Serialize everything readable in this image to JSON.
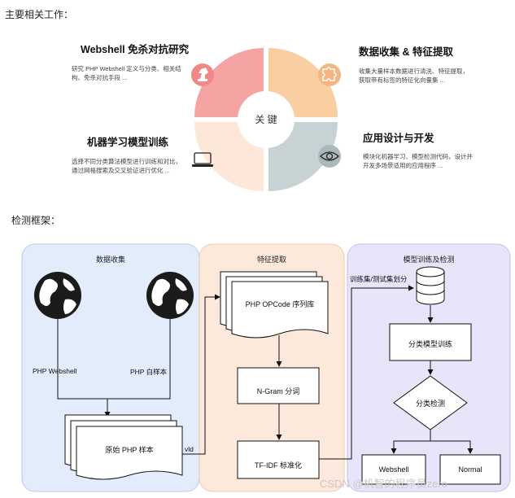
{
  "section1": {
    "title": "主要相关工作："
  },
  "center_label": "关 键",
  "quadrants": [
    {
      "title": "Webshell 免杀对抗研究",
      "desc": "研究 PHP Webshell 定义与分类、相关结构、免杀对抗手段 ...",
      "color": "#f5a3a3",
      "icon": "chess-knight-icon"
    },
    {
      "title": "数据收集 & 特征提取",
      "desc": "收集大量样本数据进行清洗、特征提取，获取带有标签的特征化向量集 ...",
      "color": "#f9ceA0",
      "icon": "puzzle-icon"
    },
    {
      "title": "机器学习模型训练",
      "desc": "选择不同分类算法模型进行训练和对比，通过网格搜索及交叉验证进行优化 ...",
      "color": "#fde4d4",
      "icon": "laptop-icon"
    },
    {
      "title": "应用设计与开发",
      "desc": "模块化机器学习、模型检测代码，设计并开发多场景适用的应用程序 ...",
      "color": "#c5d1d4",
      "icon": "eye-icon"
    }
  ],
  "section2": {
    "title": "检测框架："
  },
  "panels": {
    "collect": {
      "title": "数据收集",
      "webshell_label": "PHP Webshell",
      "white_label": "PHP 白样本",
      "doc_label": "原始 PHP 样本",
      "arrow_label": "vld"
    },
    "extract": {
      "title": "特征提取",
      "opcode_label": "PHP OPCode 序列库",
      "ngram_label": "N-Gram 分词",
      "tfidf_label": "TF-IDF 标准化"
    },
    "model": {
      "title": "模型训练及检测",
      "split_label": "训练集/测试集划分",
      "train_label": "分类模型训练",
      "detect_label": "分类检测",
      "out1_label": "Webshell",
      "out2_label": "Normal"
    }
  },
  "watermark": "CSDN @机智的程序员zero"
}
